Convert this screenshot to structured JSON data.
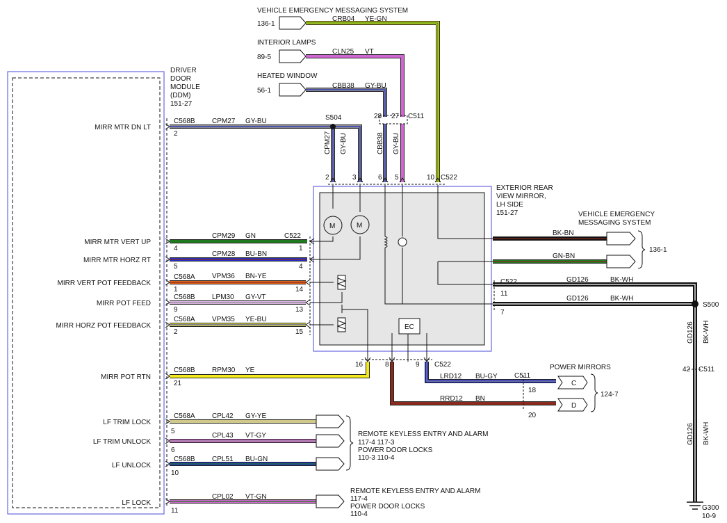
{
  "module": {
    "name_lines": [
      "DRIVER",
      "DOOR",
      "MODULE",
      "(DDM)",
      "151-27"
    ],
    "pins": [
      {
        "label": "MIRR MTR DN LT",
        "conn": "C568B",
        "pin": "2",
        "circuit": "CPM27",
        "color": "GY-BU"
      },
      {
        "label": "MIRR MTR VERT UP",
        "conn": "",
        "pin": "4",
        "circuit": "CPM29",
        "color": "GN"
      },
      {
        "label": "MIRR MTR HORZ RT",
        "conn": "",
        "pin": "5",
        "circuit": "CPM28",
        "color": "BU-BN"
      },
      {
        "label": "MIRR VERT POT FEEDBACK",
        "conn": "C568A",
        "pin": "1",
        "circuit": "VPM36",
        "color": "BN-YE"
      },
      {
        "label": "MIRR POT FEED",
        "conn": "C568B",
        "pin": "9",
        "circuit": "LPM30",
        "color": "GY-VT"
      },
      {
        "label": "MIRR HORZ POT FEEDBACK",
        "conn": "C568A",
        "pin": "2",
        "circuit": "VPM35",
        "color": "YE-BU"
      },
      {
        "label": "MIRR POT RTN",
        "conn": "C568B",
        "pin": "21",
        "circuit": "RPM30",
        "color": "YE"
      },
      {
        "label": "LF TRIM LOCK",
        "conn": "C568A",
        "pin": "5",
        "circuit": "CPL42",
        "color": "GY-YE"
      },
      {
        "label": "LF TRIM UNLOCK",
        "conn": "",
        "pin": "6",
        "circuit": "CPL43",
        "color": "VT-GY"
      },
      {
        "label": "LF UNLOCK",
        "conn": "C568B",
        "pin": "10",
        "circuit": "CPL51",
        "color": "BU-GN"
      },
      {
        "label": "LF LOCK",
        "conn": "",
        "pin": "11",
        "circuit": "CPL02",
        "color": "VT-GN"
      }
    ]
  },
  "top_systems": [
    {
      "name": "VEHICLE EMERGENCY MESSAGING SYSTEM",
      "ref": "136-1",
      "circuit": "CRB04",
      "color": "YE-GN"
    },
    {
      "name": "INTERIOR LAMPS",
      "ref": "89-5",
      "circuit": "CLN25",
      "color": "VT"
    },
    {
      "name": "HEATED WINDOW",
      "ref": "56-1",
      "circuit": "CBB38",
      "color": "GY-BU"
    }
  ],
  "splice_s504": "S504",
  "vertical_labels": {
    "cpm27": "CPM27",
    "gybu1": "GY-BU",
    "cbb38": "CBB38",
    "gybu2": "GY-BU"
  },
  "c511_top": {
    "conn": "C511",
    "pin_a": "28",
    "pin_b": "27"
  },
  "c522_top": {
    "conn": "C522",
    "pins": [
      "2",
      "3",
      "6",
      "5",
      "10"
    ]
  },
  "mirror": {
    "title_lines": [
      "EXTERIOR REAR",
      "VIEW MIRROR,",
      "LH SIDE",
      "151-27"
    ],
    "ec_label": "EC",
    "motor_label": "M"
  },
  "c522_left": {
    "conn": "C522",
    "pins": [
      "1",
      "4",
      "14",
      "13",
      "15"
    ]
  },
  "c522_bottom": {
    "conn": "C522",
    "pins": [
      "16",
      "8",
      "9"
    ]
  },
  "vems_right": {
    "name_lines": [
      "VEHICLE EMERGENCY",
      "MESSAGING SYSTEM"
    ],
    "ref": "136-1",
    "wire1": "BK-BN",
    "wire2": "GN-BN"
  },
  "ground": {
    "conn": "C522",
    "pin_a": "11",
    "pin_b": "7",
    "circuit": "GD126",
    "color": "BK-WH",
    "splice": "S500",
    "c511": "C511",
    "c511_pin": "42",
    "ground_ref": "G300",
    "ground_page": "10-9"
  },
  "power_mirrors": {
    "title": "POWER MIRRORS",
    "ref": "124-7",
    "circuit1": "LRD12",
    "color1": "BU-GY",
    "circuit2": "RRD12",
    "color2": "BN",
    "conn": "C511",
    "pin1": "18",
    "pin2": "20",
    "plug1": "C",
    "plug2": "D"
  },
  "rke_group1": {
    "lines": [
      "REMOTE KEYLESS ENTRY AND ALARM",
      "117-4    117-3",
      "POWER DOOR LOCKS",
      "110-3    110-4"
    ]
  },
  "rke_group2": {
    "lines": [
      "REMOTE KEYLESS ENTRY AND ALARM",
      "117-4",
      "POWER DOOR LOCKS",
      "110-4"
    ]
  },
  "colors": {
    "gy": "#8f8f8f",
    "bu": "#2530c8",
    "gn": "#1f7a1f",
    "bn": "#8b2a1e",
    "ye": "#f2ea1e",
    "vt": "#d066d0",
    "bk": "#111111",
    "wh": "#ffffff",
    "box": "#4a4ad8"
  }
}
